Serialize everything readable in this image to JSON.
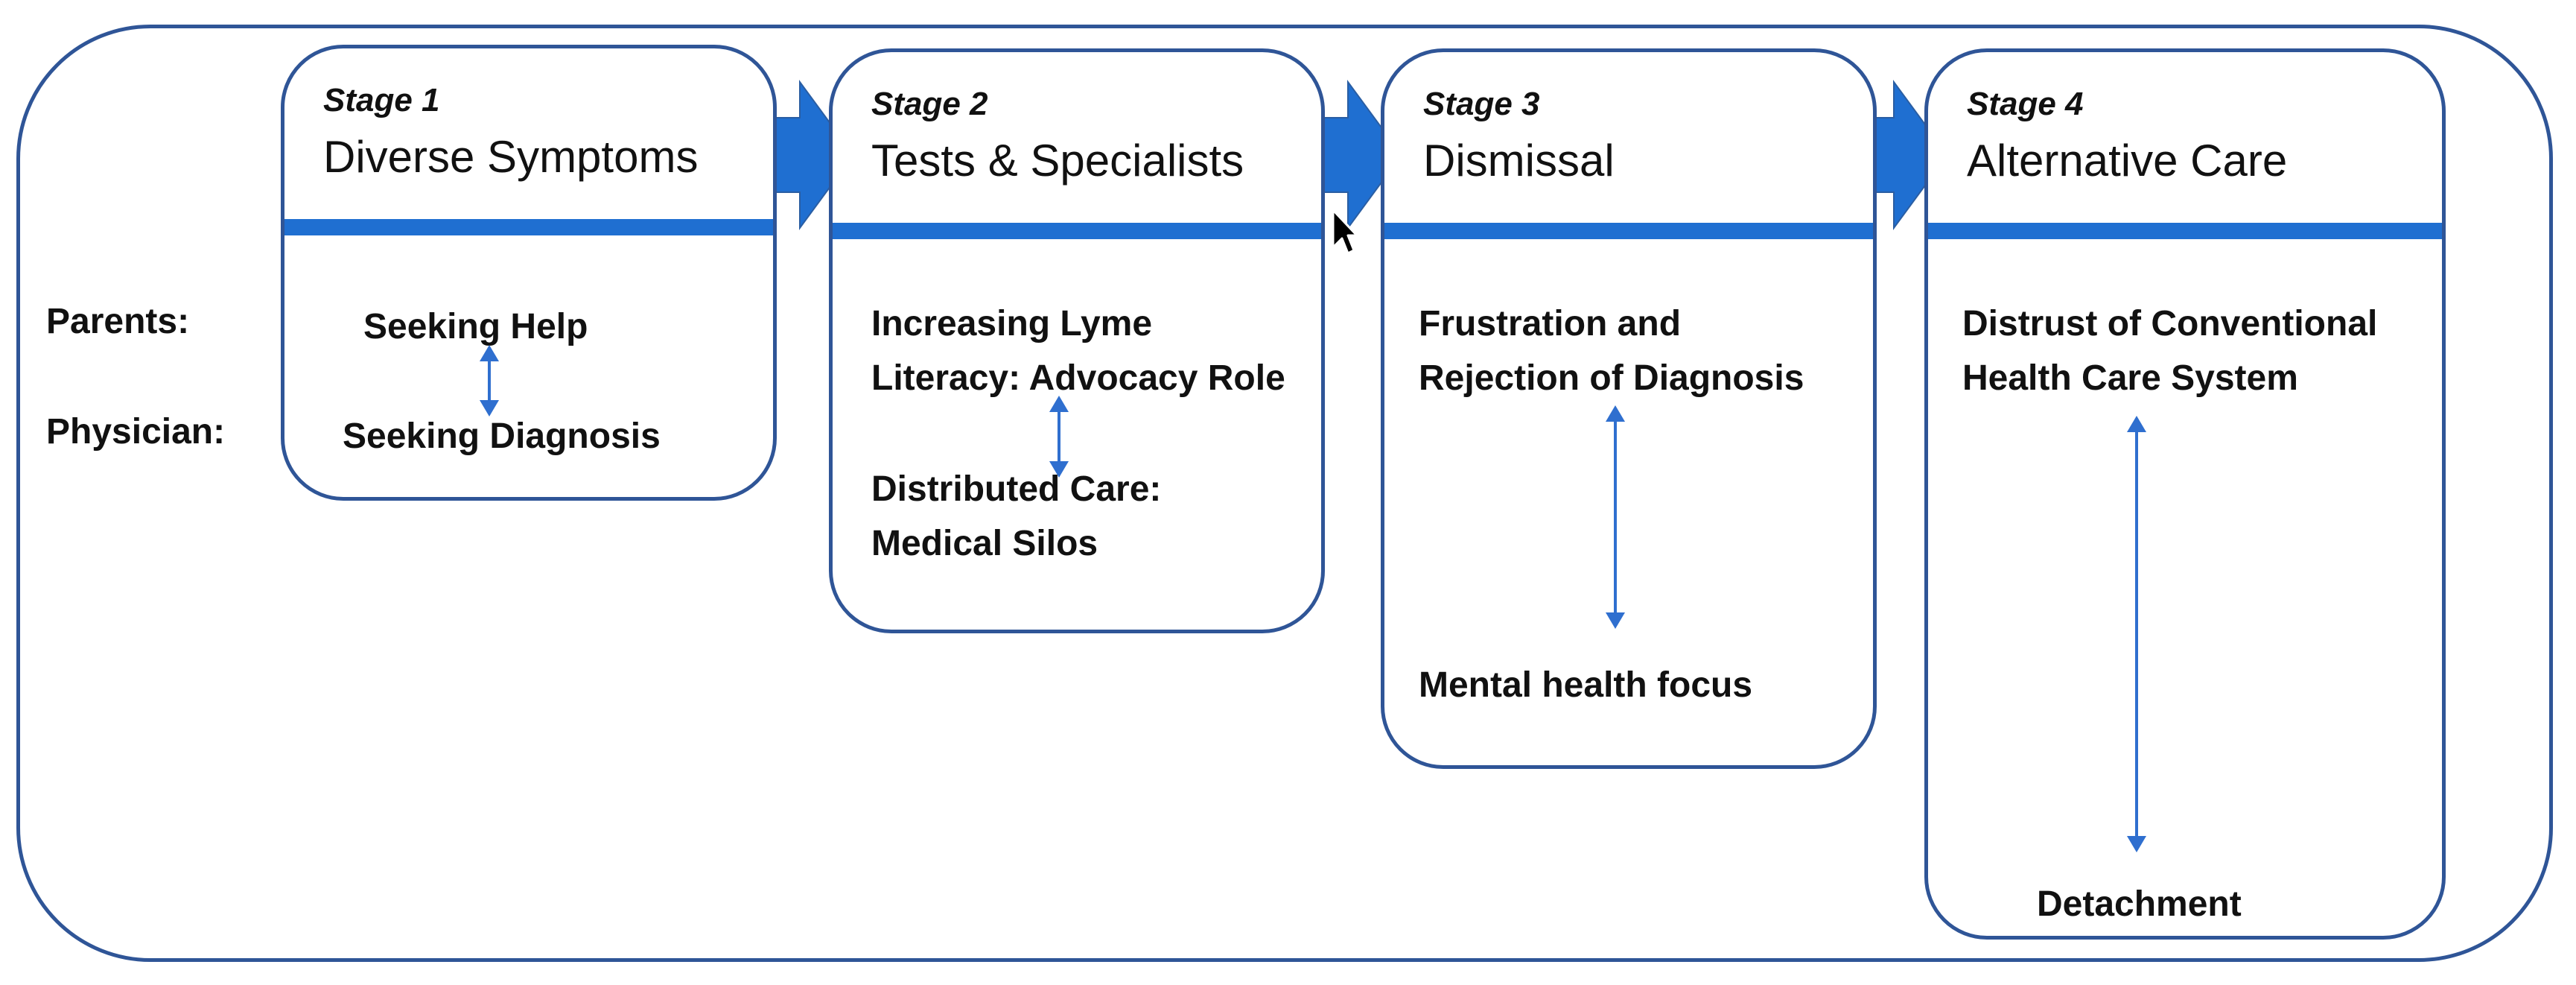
{
  "row_labels": {
    "parents": "Parents:",
    "physician": "Physician:"
  },
  "stages": [
    {
      "label": "Stage 1",
      "title": "Diverse Symptoms",
      "top_text": [
        "Seeking Help"
      ],
      "bottom_text": [
        "Seeking Diagnosis"
      ]
    },
    {
      "label": "Stage 2",
      "title": "Tests & Specialists",
      "top_text": [
        "Increasing Lyme",
        "Literacy: Advocacy Role"
      ],
      "bottom_text": [
        "Distributed Care:",
        "Medical Silos"
      ]
    },
    {
      "label": "Stage 3",
      "title": "Dismissal",
      "top_text": [
        "Frustration and",
        "Rejection of Diagnosis"
      ],
      "bottom_text": [
        "Mental health focus"
      ]
    },
    {
      "label": "Stage 4",
      "title": "Alternative Care",
      "top_text": [
        "Distrust of Conventional",
        "Health Care System"
      ],
      "bottom_text": [
        "Detachment"
      ]
    }
  ],
  "colors": {
    "frame": "#2f5597",
    "accent": "#1f6fd1",
    "text": "#111111",
    "background": "#ffffff"
  },
  "icons": {
    "stage_arrow": "right-block-arrow-icon",
    "connector": "double-headed-arrow-icon",
    "cursor": "mouse-pointer-icon"
  }
}
